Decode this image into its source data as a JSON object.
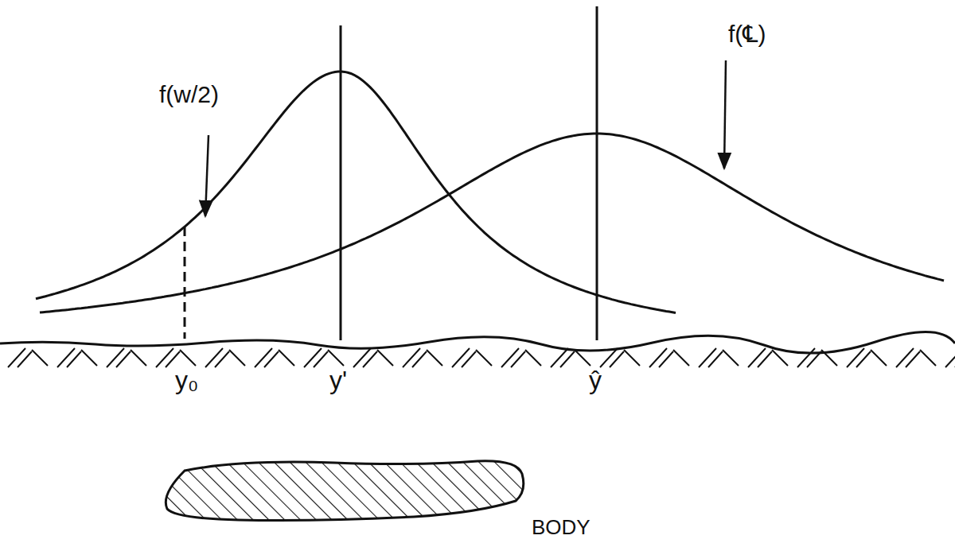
{
  "diagram": {
    "labels": [
      "f(w/2)",
      "f(℄)",
      "y₀",
      "y'",
      "ŷ",
      "BODY"
    ]
  }
}
